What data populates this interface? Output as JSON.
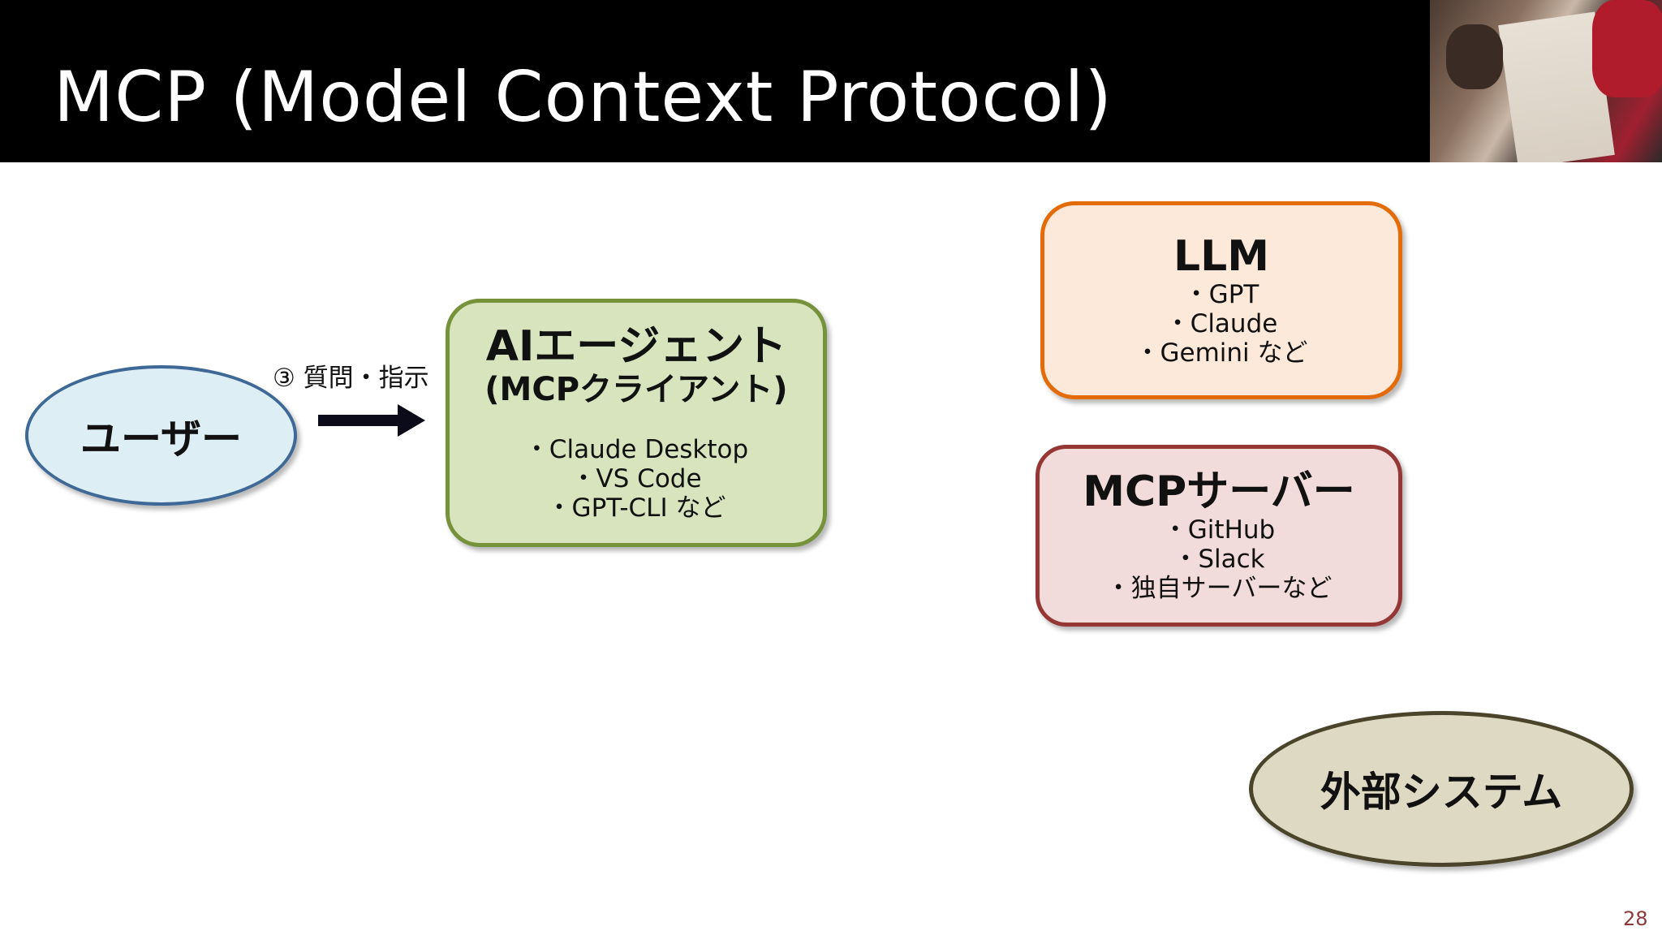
{
  "slide": {
    "title": "MCP (Model Context Protocol)",
    "page_number": "28"
  },
  "diagram": {
    "user": {
      "label": "ユーザー"
    },
    "step": {
      "label": "③ 質問・指示"
    },
    "agent": {
      "title": "AIエージェント",
      "subtitle": "(MCPクライアント)",
      "items": [
        "・Claude Desktop",
        "・VS Code",
        "・GPT-CLI など"
      ]
    },
    "llm": {
      "title": "LLM",
      "items": [
        "・GPT",
        "・Claude",
        "・Gemini など"
      ]
    },
    "mcp_server": {
      "title": "MCPサーバー",
      "items": [
        "・GitHub",
        "・Slack",
        "・独自サーバーなど"
      ]
    },
    "external": {
      "label": "外部システム"
    }
  },
  "colors": {
    "header_bg": "#000000",
    "user_fill": "#deeef5",
    "user_border": "#3e6896",
    "agent_fill": "#d7e4bd",
    "agent_border": "#76933c",
    "llm_fill": "#fde9d9",
    "llm_border": "#e36c09",
    "mcp_fill": "#f2dcdb",
    "mcp_border": "#953735",
    "external_fill": "#ddd9c3",
    "external_border": "#4a452a"
  }
}
